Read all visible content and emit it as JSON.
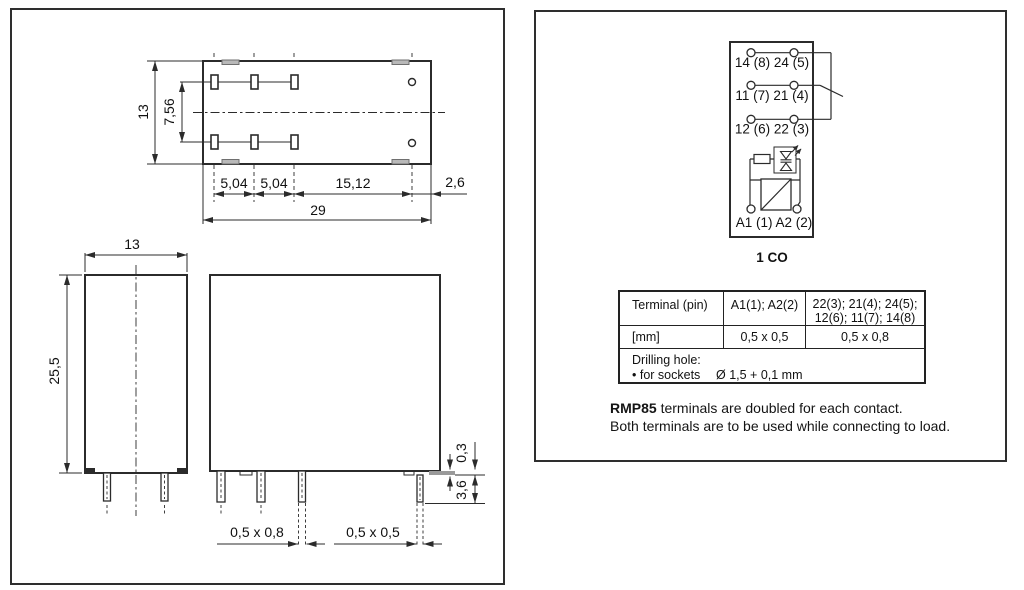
{
  "left_panel": {
    "top_view": {
      "dim_height": "13",
      "dim_pin_row_spacing": "7,56",
      "dim_pitch_1": "5,04",
      "dim_pitch_2": "5,04",
      "dim_pitch_3": "15,12",
      "dim_edge": "2,6",
      "dim_width": "29"
    },
    "front_view": {
      "dim_width": "13",
      "dim_height": "25,5"
    },
    "side_view": {
      "dim_step": "0,3",
      "dim_pin_length": "3,6",
      "dim_pin_large": "0,5 x 0,8",
      "dim_pin_small": "0,5 x 0,5"
    }
  },
  "right_panel": {
    "schematic": {
      "row1_label": "14 (8) 24 (5)",
      "row2_label": "11 (7) 21 (4)",
      "row3_label": "12 (6) 22 (3)",
      "coil_label": "A1 (1) A2 (2)",
      "caption": "1 CO"
    },
    "spec_table": {
      "r1c1": "Terminal (pin)",
      "r1c2": "A1(1); A2(2)",
      "r1c3_line1": "22(3); 21(4); 24(5);",
      "r1c3_line2": "12(6); 11(7); 14(8)",
      "r2c1": "[mm]",
      "r2c2": "0,5 x 0,5",
      "r2c3": "0,5 x 0,8",
      "r3_line1": "Drilling hole:",
      "r3_line2": "• for sockets",
      "r3_value": "Ø 1,5 + 0,1 mm"
    },
    "notes": {
      "product": "RMP85",
      "line1_rest": " terminals are doubled for each contact.",
      "line2": "Both terminals are to be used while connecting to load."
    }
  }
}
